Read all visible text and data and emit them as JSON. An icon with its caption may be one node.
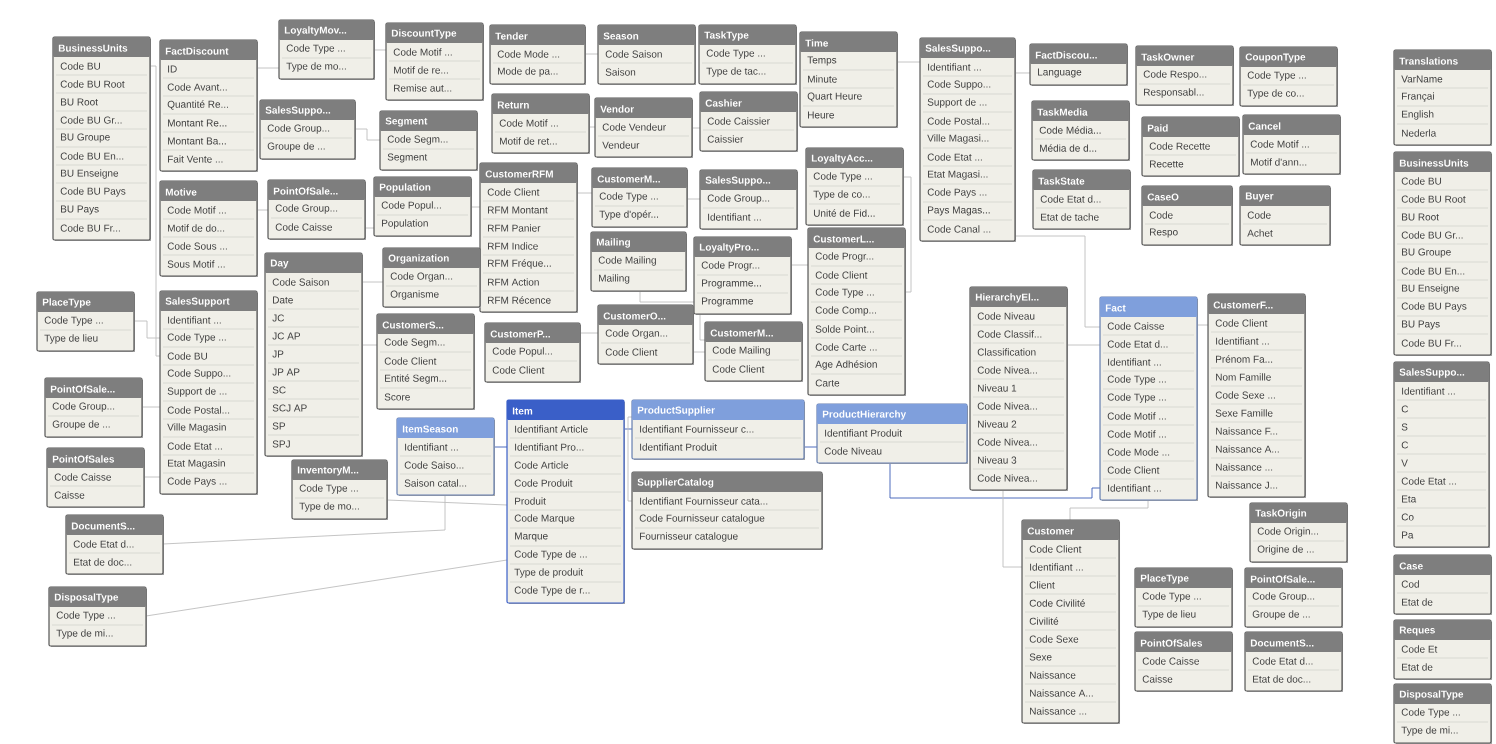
{
  "diagram": {
    "nodes": [
      {
        "text": [
          "BusinessUnits",
          "Code BU",
          "Code BU Root",
          "BU Root",
          "Code BU Gr...",
          "BU Groupe",
          "Code BU En...",
          "BU Enseigne",
          "Code BU Pays",
          "BU Pays",
          "Code BU Fr..."
        ]
      },
      {
        "text": [
          "FactDiscount",
          "ID",
          "Code Avant...",
          "Quantité Re...",
          "Montant Re...",
          "Montant Ba...",
          "Fait Vente ..."
        ]
      },
      {
        "text": [
          "LoyaltyMov...",
          "Code Type ...",
          "Type de mo..."
        ]
      },
      {
        "text": [
          "DiscountType",
          "Code Motif ...",
          "Motif de re...",
          "Remise aut..."
        ]
      },
      {
        "text": [
          "Tender",
          "Code Mode ...",
          "Mode de pa..."
        ]
      },
      {
        "text": [
          "Season",
          "Code Saison",
          "Saison"
        ]
      },
      {
        "text": [
          "TaskType",
          "Code Type ...",
          "Type de tac..."
        ]
      },
      {
        "text": [
          "Time",
          "Temps",
          "Minute",
          "Quart Heure",
          "Heure"
        ]
      },
      {
        "text": [
          "SalesSuppo...",
          "Identifiant ...",
          "Code Suppo...",
          "Support de ...",
          "Code Postal...",
          "Ville Magasi...",
          "Code Etat ...",
          "Etat Magasi...",
          "Code Pays ...",
          "Pays Magas...",
          "Code Canal ..."
        ]
      },
      {
        "text": [
          "FactDiscou...",
          "Language"
        ]
      },
      {
        "text": [
          "TaskOwner",
          "Code Respo...",
          "Responsabl..."
        ]
      },
      {
        "text": [
          "CouponType",
          "Code Type ...",
          "Type de co..."
        ]
      },
      {
        "text": [
          "Translations",
          "VarName",
          "Françai",
          "English",
          "Nederla"
        ]
      },
      {
        "text": [
          "BusinessUnits",
          "Code BU",
          "Code BU Root",
          "BU Root",
          "Code BU Gr...",
          "BU Groupe",
          "Code BU En...",
          "BU Enseigne",
          "Code BU Pays",
          "BU Pays",
          "Code BU Fr..."
        ]
      },
      {
        "text": [
          "SalesSuppo...",
          "Code Group...",
          "Groupe de ..."
        ]
      },
      {
        "text": [
          "Segment",
          "Code Segm...",
          "Segment"
        ]
      },
      {
        "text": [
          "Return",
          "Code Motif ...",
          "Motif de ret..."
        ]
      },
      {
        "text": [
          "Vendor",
          "Code Vendeur",
          "Vendeur"
        ]
      },
      {
        "text": [
          "Cashier",
          "Code Caissier",
          "Caissier"
        ]
      },
      {
        "text": [
          "TaskMedia",
          "Code Média...",
          "Média de d..."
        ]
      },
      {
        "text": [
          "Paid",
          "Code Recette",
          "Recette"
        ]
      },
      {
        "text": [
          "Cancel",
          "Code Motif ...",
          "Motif d'ann..."
        ]
      },
      {
        "text": [
          "Motive",
          "Code Motif ...",
          "Motif de do...",
          "Code Sous ...",
          "Sous Motif ..."
        ]
      },
      {
        "text": [
          "PointOfSale...",
          "Code Group...",
          "Code Caisse"
        ]
      },
      {
        "text": [
          "Population",
          "Code Popul...",
          "Population"
        ]
      },
      {
        "text": [
          "CustomerRFM",
          "Code Client",
          "RFM Montant",
          "RFM Panier",
          "RFM Indice",
          "RFM Fréque...",
          "RFM Action",
          "RFM Récence"
        ]
      },
      {
        "text": [
          "CustomerM...",
          "Code Type ...",
          "Type d'opér..."
        ]
      },
      {
        "text": [
          "SalesSuppo...",
          "Code Group...",
          "Identifiant ..."
        ]
      },
      {
        "text": [
          "LoyaltyAcc...",
          "Code Type ...",
          "Type de co...",
          "Unité de Fid..."
        ]
      },
      {
        "text": [
          "TaskState",
          "Code Etat d...",
          "Etat de tache"
        ]
      },
      {
        "text": [
          "CaseO",
          "Code",
          "Respo"
        ]
      },
      {
        "text": [
          "Buyer",
          "Code",
          "Achet"
        ]
      },
      {
        "text": [
          "Mailing",
          "Code Mailing",
          "Mailing"
        ]
      },
      {
        "text": [
          "LoyaltyPro...",
          "Code Progr...",
          "Programme...",
          "Programme"
        ]
      },
      {
        "text": [
          "CustomerL...",
          "Code Progr...",
          "Code Client",
          "Code Type ...",
          "Code Comp...",
          "Solde Point...",
          "Code Carte ...",
          "Age Adhésion",
          "Carte"
        ]
      },
      {
        "text": [
          "Day",
          "Code Saison",
          "Date",
          "JC",
          "JC AP",
          "JP",
          "JP AP",
          "SC",
          "SCJ AP",
          "SP",
          "SPJ"
        ]
      },
      {
        "text": [
          "Organization",
          "Code Organ...",
          "Organisme"
        ]
      },
      {
        "text": [
          "PlaceType",
          "Code Type ...",
          "Type de lieu"
        ]
      },
      {
        "text": [
          "SalesSupport",
          "Identifiant ...",
          "Code Type ...",
          "Code BU",
          "Code Suppo...",
          "Support de ...",
          "Code Postal...",
          "Ville Magasin",
          "Code Etat ...",
          "Etat Magasin",
          "Code Pays ..."
        ]
      },
      {
        "text": [
          "HierarchyEl...",
          "Code Niveau",
          "Code Classif...",
          "Classification",
          "Code Nivea...",
          "Niveau 1",
          "Code Nivea...",
          "Niveau 2",
          "Code Nivea...",
          "Niveau 3",
          "Code Nivea..."
        ]
      },
      {
        "text": [
          "Fact",
          "Code Caisse",
          "Code Etat d...",
          "Identifiant ...",
          "Code Type ...",
          "Code Type ...",
          "Code Motif ...",
          "Code Motif ...",
          "Code Mode ...",
          "Code Client",
          "Identifiant ..."
        ]
      },
      {
        "text": [
          "CustomerF...",
          "Code Client",
          "Identifiant ...",
          "Prénom Fa...",
          "Nom Famille",
          "Code Sexe ...",
          "Sexe Famille",
          "Naissance F...",
          "Naissance A...",
          "Naissance ...",
          "Naissance J..."
        ]
      },
      {
        "text": [
          "SalesSuppo...",
          "Identifiant ...",
          "C",
          "S",
          "C",
          "V",
          "Code Etat ...",
          "Eta",
          "Co",
          "Pa"
        ]
      },
      {
        "text": [
          "PlaceType",
          "Code Type ...",
          "Type de lieu"
        ]
      },
      {
        "text": [
          "CustomerS...",
          "Code Segm...",
          "Code Client",
          "Entité Segm...",
          "Score"
        ]
      },
      {
        "text": [
          "CustomerP...",
          "Code Popul...",
          "Code Client"
        ]
      },
      {
        "text": [
          "CustomerO...",
          "Code Organ...",
          "Code Client"
        ]
      },
      {
        "text": [
          "CustomerM...",
          "Code Mailing",
          "Code Client"
        ]
      },
      {
        "text": [
          "PointOfSale...",
          "Code Group...",
          "Groupe de ..."
        ]
      },
      {
        "text": [
          "PointOfSales",
          "Code Caisse",
          "Caisse"
        ]
      },
      {
        "text": [
          "ItemSeason",
          "Identifiant ...",
          "Code Saiso...",
          "Saison catal..."
        ]
      },
      {
        "text": [
          "Item",
          "Identifiant Article",
          "Identifiant Pro...",
          "Code Article",
          "Code Produit",
          "Produit",
          "Code Marque",
          "Marque",
          "Code Type de ...",
          "Type de produit",
          "Code Type de r..."
        ]
      },
      {
        "text": [
          "ProductSupplier",
          "Identifiant Fournisseur c...",
          "Identifiant Produit"
        ]
      },
      {
        "text": [
          "ProductHierarchy",
          "Identifiant Produit",
          "Code Niveau"
        ]
      },
      {
        "text": [
          "SupplierCatalog",
          "Identifiant Fournisseur cata...",
          "Code Fournisseur catalogue",
          "Fournisseur catalogue"
        ]
      },
      {
        "text": [
          "InventoryM...",
          "Code Type ...",
          "Type de mo..."
        ]
      },
      {
        "text": [
          "PointOfSale...",
          "Code Group...",
          "Groupe de ..."
        ]
      },
      {
        "text": [
          "DocumentS...",
          "Code Etat d...",
          "Etat de doc..."
        ]
      },
      {
        "text": [
          "TaskOrigin",
          "Code Origin...",
          "Origine de ..."
        ]
      },
      {
        "text": [
          "Case",
          "Cod",
          "Etat de"
        ]
      },
      {
        "text": [
          "PointOfSales",
          "Code Caisse",
          "Caisse"
        ]
      },
      {
        "text": [
          "Customer",
          "Code Client",
          "Identifiant ...",
          "Client",
          "Code Civilité",
          "Civilité",
          "Code Sexe",
          "Sexe",
          "Naissance",
          "Naissance A...",
          "Naissance ..."
        ]
      },
      {
        "text": [
          "Reques",
          "Code Et",
          "Etat de"
        ]
      },
      {
        "text": [
          "DocumentS...",
          "Code Etat d...",
          "Etat de doc..."
        ]
      },
      {
        "text": [
          "DisposalType",
          "Code Type ...",
          "Type de mi..."
        ]
      },
      {
        "text": [
          "DisposalType",
          "Code Type ...",
          "Type de mi..."
        ]
      }
    ],
    "edges": [
      {
        "from": 0,
        "to": 38,
        "arrow": "none"
      },
      {
        "from": 37,
        "to": 38,
        "arrow": "none"
      },
      {
        "from": 48,
        "to": 38,
        "arrow": "none"
      },
      {
        "from": 49,
        "to": 38,
        "arrow": "none"
      },
      {
        "from": 14,
        "to": 15,
        "arrow": "none"
      },
      {
        "from": 22,
        "to": 23,
        "arrow": "none"
      },
      {
        "from": 57,
        "to": 50,
        "arrow": "none"
      },
      {
        "from": 64,
        "to": 51,
        "arrow": "none"
      },
      {
        "from": 55,
        "to": 51,
        "arrow": "none"
      },
      {
        "from": 50,
        "to": 51,
        "arrow": "none",
        "color": "#3b5bb5"
      },
      {
        "from": 51,
        "to": 52,
        "arrow": "none",
        "color": "#3b5bb5"
      },
      {
        "from": 52,
        "to": 53,
        "arrow": "none",
        "color": "#3b5bb5"
      },
      {
        "from": 53,
        "to": 40,
        "arrow": "none",
        "color": "#3b5bb5"
      },
      {
        "from": 54,
        "to": 52,
        "arrow": "none"
      },
      {
        "from": 4,
        "to": 5,
        "arrow": "none"
      },
      {
        "from": 16,
        "to": 17,
        "arrow": "none"
      },
      {
        "from": 17,
        "to": 18,
        "arrow": "none"
      },
      {
        "from": 7,
        "to": 8,
        "arrow": "none"
      },
      {
        "from": 8,
        "to": 9,
        "arrow": "none"
      },
      {
        "from": 8,
        "to": 40,
        "arrow": "none"
      },
      {
        "from": 28,
        "to": 34,
        "arrow": "none"
      },
      {
        "from": 33,
        "to": 34,
        "arrow": "none"
      },
      {
        "from": 26,
        "to": 27,
        "arrow": "none"
      },
      {
        "from": 47,
        "to": 32,
        "arrow": "none"
      },
      {
        "from": 35,
        "to": 36,
        "arrow": "none"
      },
      {
        "from": 35,
        "to": 44,
        "arrow": "none"
      },
      {
        "from": 1,
        "to": 2,
        "arrow": "none"
      },
      {
        "from": 2,
        "to": 3,
        "arrow": "none"
      },
      {
        "from": 24,
        "to": 25,
        "arrow": "none"
      },
      {
        "from": 23,
        "to": 24,
        "arrow": "none"
      },
      {
        "from": 45,
        "to": 46,
        "arrow": "none"
      },
      {
        "from": 46,
        "to": 47,
        "arrow": "none"
      },
      {
        "from": 25,
        "to": 26,
        "arrow": "none"
      },
      {
        "from": 41,
        "to": 40,
        "arrow": "none"
      },
      {
        "from": 39,
        "to": 40,
        "arrow": "none"
      },
      {
        "from": 61,
        "to": 40,
        "arrow": "none"
      },
      {
        "from": 61,
        "to": 39,
        "arrow": "none"
      }
    ]
  }
}
